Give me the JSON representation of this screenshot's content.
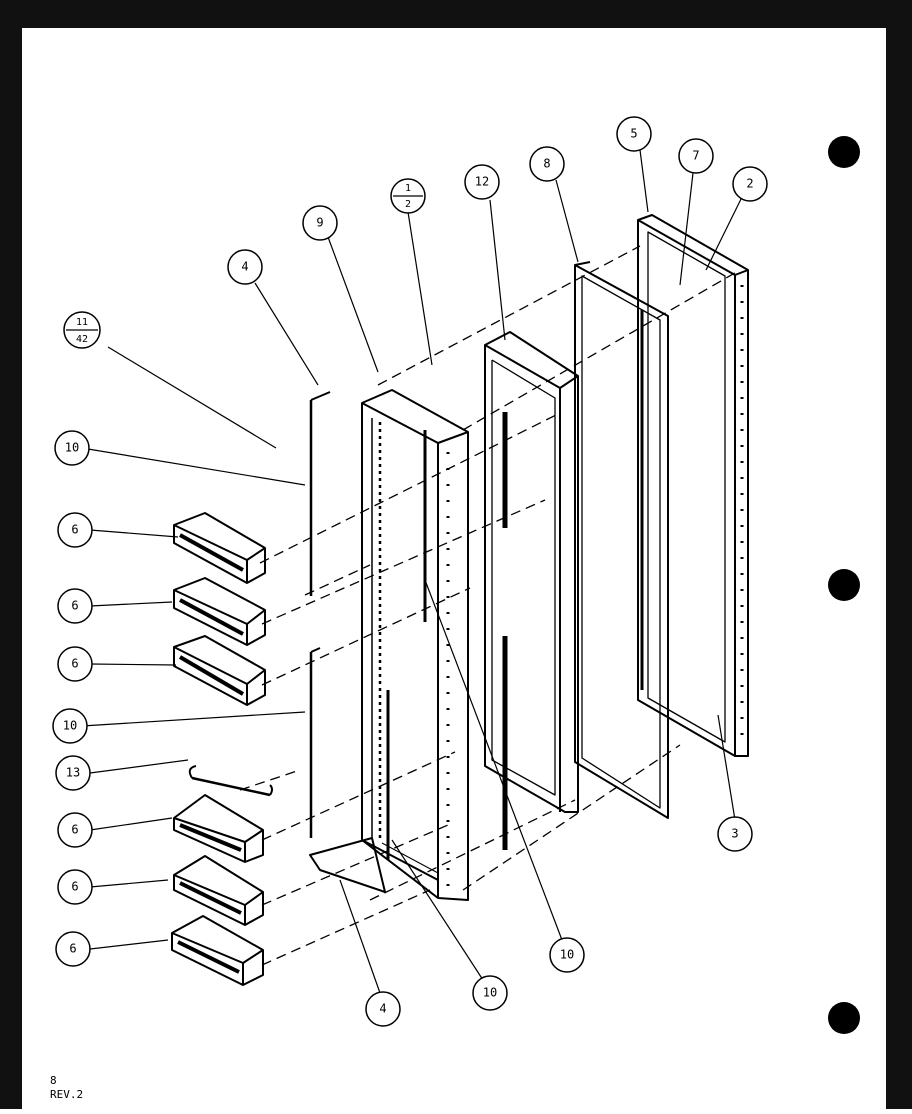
{
  "diagram": {
    "callouts": {
      "c1_2": {
        "num": "1",
        "den": "2"
      },
      "c11_42": {
        "num": "11",
        "den": "42"
      },
      "c2": "2",
      "c3": "3",
      "c4_top": "4",
      "c4_bottom": "4",
      "c5": "5",
      "c6_a": "6",
      "c6_b": "6",
      "c6_c": "6",
      "c6_d": "6",
      "c6_e": "6",
      "c6_f": "6",
      "c7": "7",
      "c8": "8",
      "c9": "9",
      "c10_a": "10",
      "c10_b": "10",
      "c10_c": "10",
      "c10_d": "10",
      "c12": "12",
      "c13": "13"
    },
    "footer": {
      "page": "8",
      "revision": "REV.2"
    }
  }
}
